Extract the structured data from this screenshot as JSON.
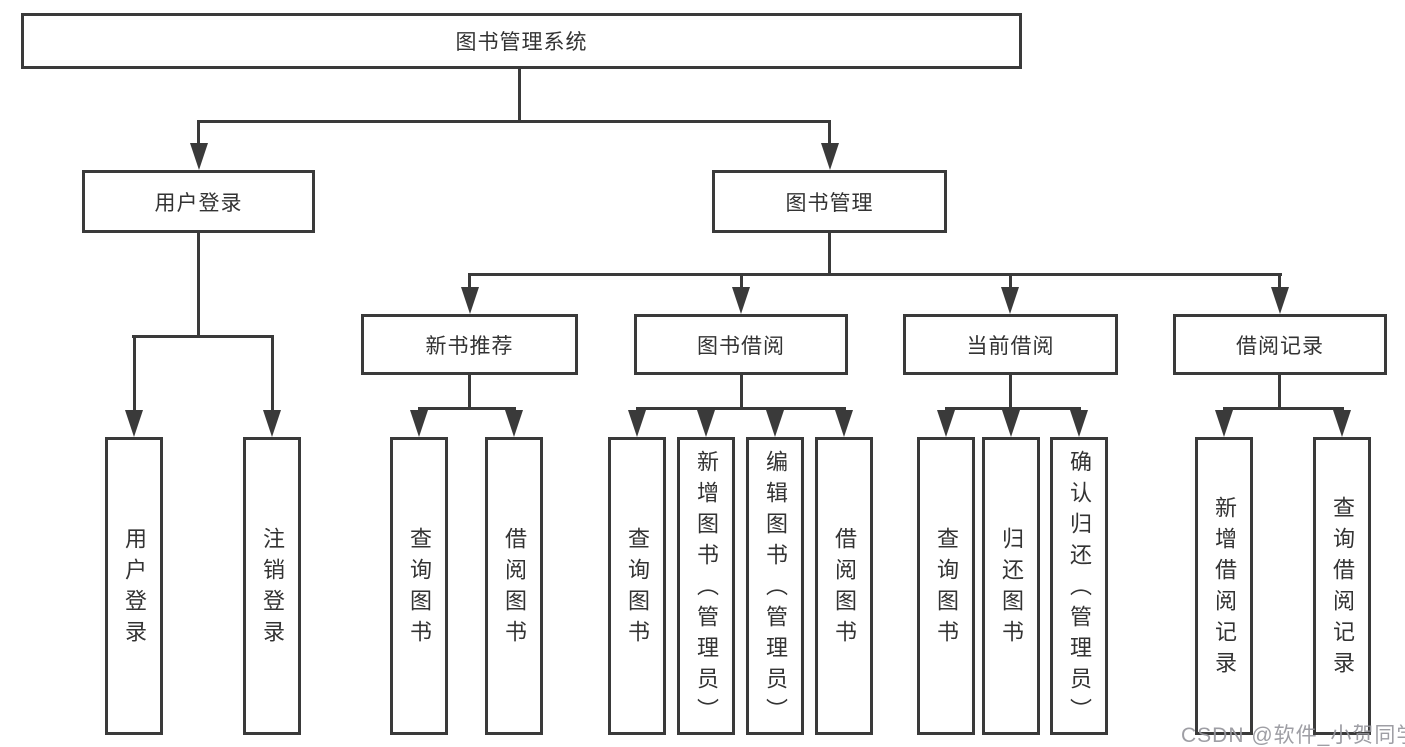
{
  "root": {
    "label": "图书管理系统"
  },
  "level2": {
    "user": {
      "label": "用户登录"
    },
    "book": {
      "label": "图书管理"
    }
  },
  "userLeaves": [
    {
      "label": "用户登录"
    },
    {
      "label": "注销登录"
    }
  ],
  "bookGroups": [
    {
      "label": "新书推荐",
      "leaves": [
        {
          "label": "查询图书"
        },
        {
          "label": "借阅图书"
        }
      ]
    },
    {
      "label": "图书借阅",
      "leaves": [
        {
          "label": "查询图书"
        },
        {
          "label": "新增图书（管理员）"
        },
        {
          "label": "编辑图书（管理员）"
        },
        {
          "label": "借阅图书"
        }
      ]
    },
    {
      "label": "当前借阅",
      "leaves": [
        {
          "label": "查询图书"
        },
        {
          "label": "归还图书"
        },
        {
          "label": "确认归还（管理员）"
        }
      ]
    },
    {
      "label": "借阅记录",
      "leaves": [
        {
          "label": "新增借阅记录"
        },
        {
          "label": "查询借阅记录"
        }
      ]
    }
  ],
  "watermark": {
    "text": "CSDN @软件_小贺同学"
  },
  "colors": {
    "line": "#3a3a3a",
    "box_fill": "#ffffff",
    "text": "#333333",
    "watermark": "#9696a0",
    "background": "#ffffff"
  }
}
